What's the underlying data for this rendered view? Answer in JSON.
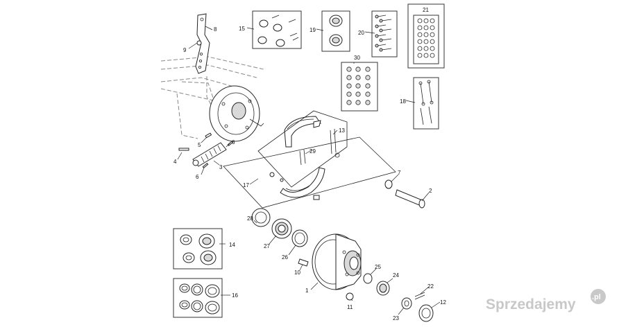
{
  "diagram": {
    "callouts": {
      "c1": "1",
      "c2": "2",
      "c3": "3",
      "c4": "4",
      "c5": "5",
      "c6a": "6",
      "c6b": "6",
      "c7": "7",
      "c8": "8",
      "c9": "9",
      "c10": "10",
      "c11": "11",
      "c12": "12",
      "c13": "13",
      "c14": "14",
      "c15": "15",
      "c16": "16",
      "c17": "17",
      "c18": "18",
      "c19": "19",
      "c20": "20",
      "c21": "21",
      "c22": "22",
      "c23": "23",
      "c24": "24",
      "c25": "25",
      "c26": "26",
      "c27": "27",
      "c28": "28",
      "c29": "29",
      "c30": "30"
    }
  },
  "watermark": {
    "text": "Sprzedajemy",
    "badge": ".pl"
  }
}
